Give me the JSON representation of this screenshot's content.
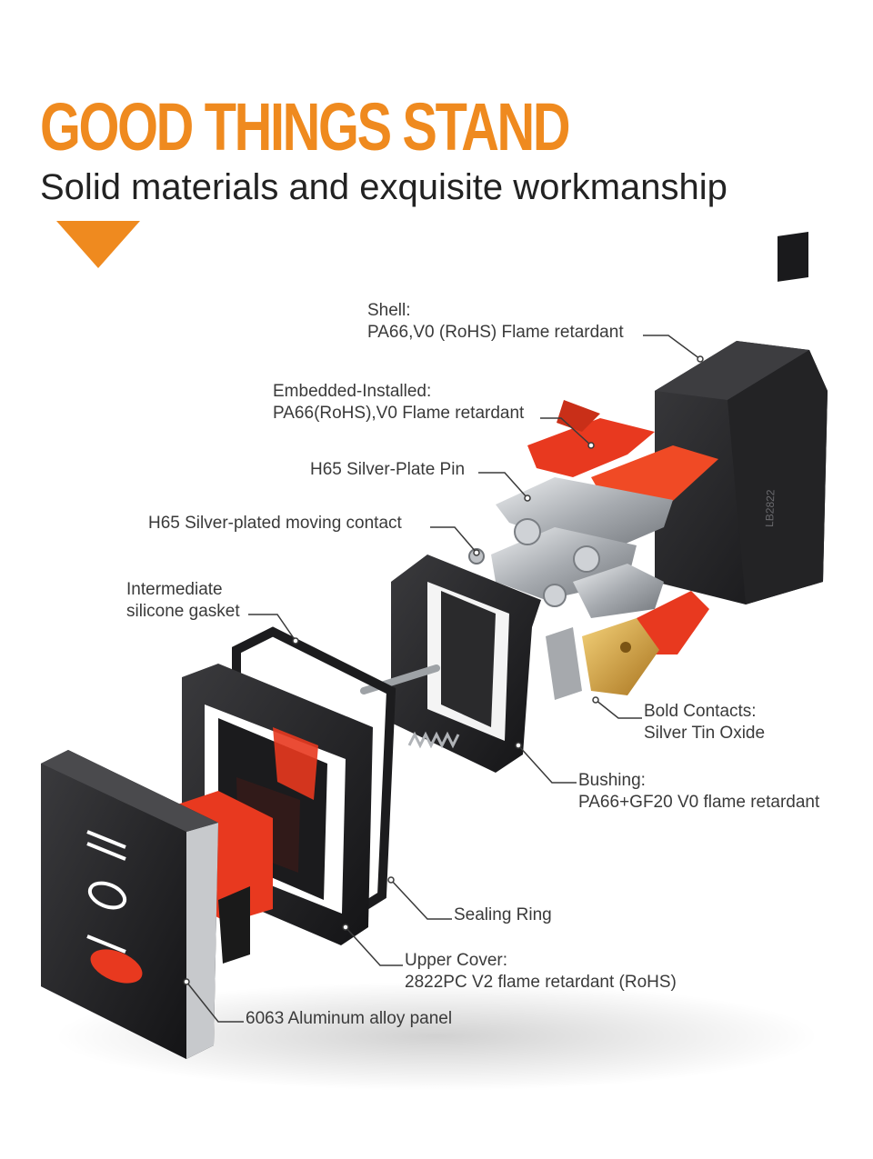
{
  "header": {
    "title": "GOOD THINGS STAND",
    "subtitle": "Solid materials and exquisite workmanship"
  },
  "colors": {
    "accent": "#ef8a1f",
    "red": "#e8391f",
    "housing": "#1e1e20",
    "metal": "#b9bcc0",
    "gold": "#d9a441"
  },
  "labels": {
    "shell": {
      "line1": "Shell:",
      "line2": "PA66,V0 (RoHS) Flame retardant"
    },
    "embedded": {
      "line1": "Embedded-Installed:",
      "line2": "PA66(RoHS),V0 Flame retardant"
    },
    "pin": {
      "line1": "H65 Silver-Plate Pin"
    },
    "moving_contact": {
      "line1": "H65 Silver-plated moving contact"
    },
    "gasket": {
      "line1": "Intermediate",
      "line2": "silicone gasket"
    },
    "bold_contacts": {
      "line1": "Bold Contacts:",
      "line2": "Silver Tin Oxide"
    },
    "bushing": {
      "line1": "Bushing:",
      "line2": "PA66+GF20 V0 flame retardant"
    },
    "sealing_ring": {
      "line1": "Sealing Ring"
    },
    "upper_cover": {
      "line1": "Upper Cover:",
      "line2": "2822PC V2 flame retardant (RoHS)"
    },
    "panel": {
      "line1": "6063 Aluminum alloy panel"
    }
  },
  "product_marks": {
    "shell_print": "LB2822",
    "rocker_symbols": [
      "II",
      "O",
      "I"
    ]
  }
}
